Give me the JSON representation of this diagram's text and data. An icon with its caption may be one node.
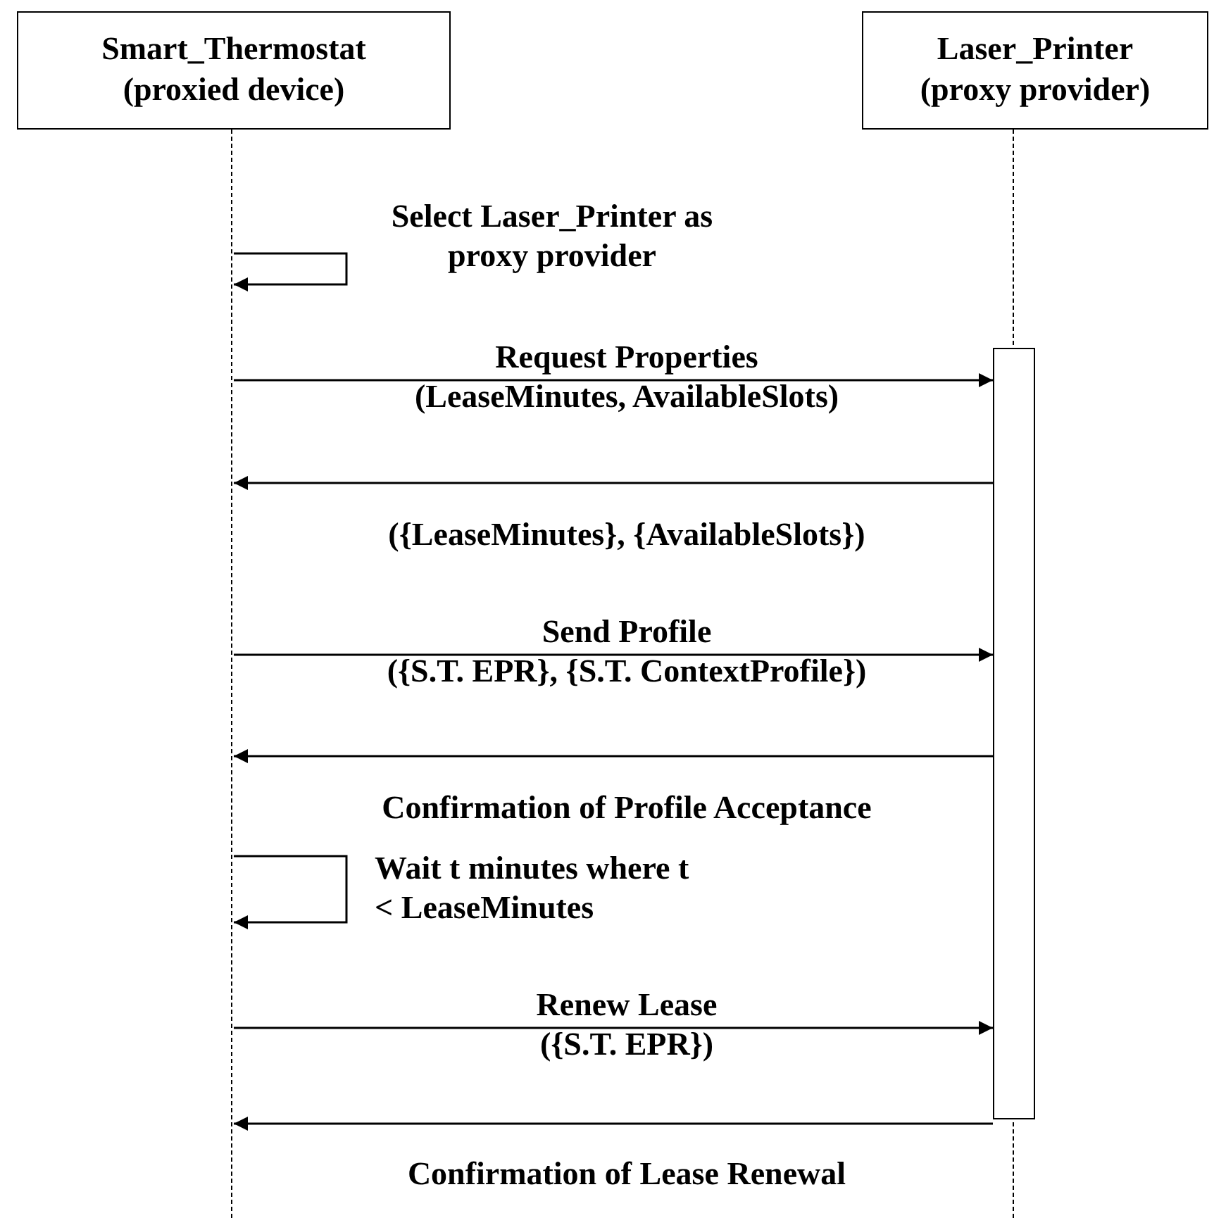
{
  "diagram": {
    "nodes": [
      {
        "text": [
          "Smart_Thermostat (proxied device)"
        ]
      },
      {
        "text": [
          "Laser_Printer (proxy provider)"
        ]
      },
      {
        "text": [],
        "shape": "bar"
      },
      {
        "text": [],
        "shape": "line"
      },
      {
        "text": [],
        "shape": "line"
      }
    ],
    "edges": [
      {
        "from": 3,
        "to": 3,
        "arrow": "to",
        "label": "Select Laser_Printer as proxy provider"
      },
      {
        "from": 3,
        "to": 2,
        "arrow": "to",
        "label": "Request Properties (LeaseMinutes, AvailableSlots)"
      },
      {
        "from": 2,
        "to": 3,
        "arrow": "to",
        "label": "({LeaseMinutes}, {AvailableSlots})"
      },
      {
        "from": 3,
        "to": 2,
        "arrow": "to",
        "label": "Send Profile ({S.T. EPR}, {S.T. ContextProfile})"
      },
      {
        "from": 2,
        "to": 3,
        "arrow": "to",
        "label": "Confirmation of Profile Acceptance"
      },
      {
        "from": 3,
        "to": 3,
        "arrow": "to",
        "label": "Wait t minutes where t < LeaseMinutes"
      },
      {
        "from": 3,
        "to": 2,
        "arrow": "to",
        "label": "Renew Lease ({S.T. EPR})"
      },
      {
        "from": 2,
        "to": 3,
        "arrow": "to",
        "label": "Confirmation of Lease Renewal"
      }
    ]
  }
}
